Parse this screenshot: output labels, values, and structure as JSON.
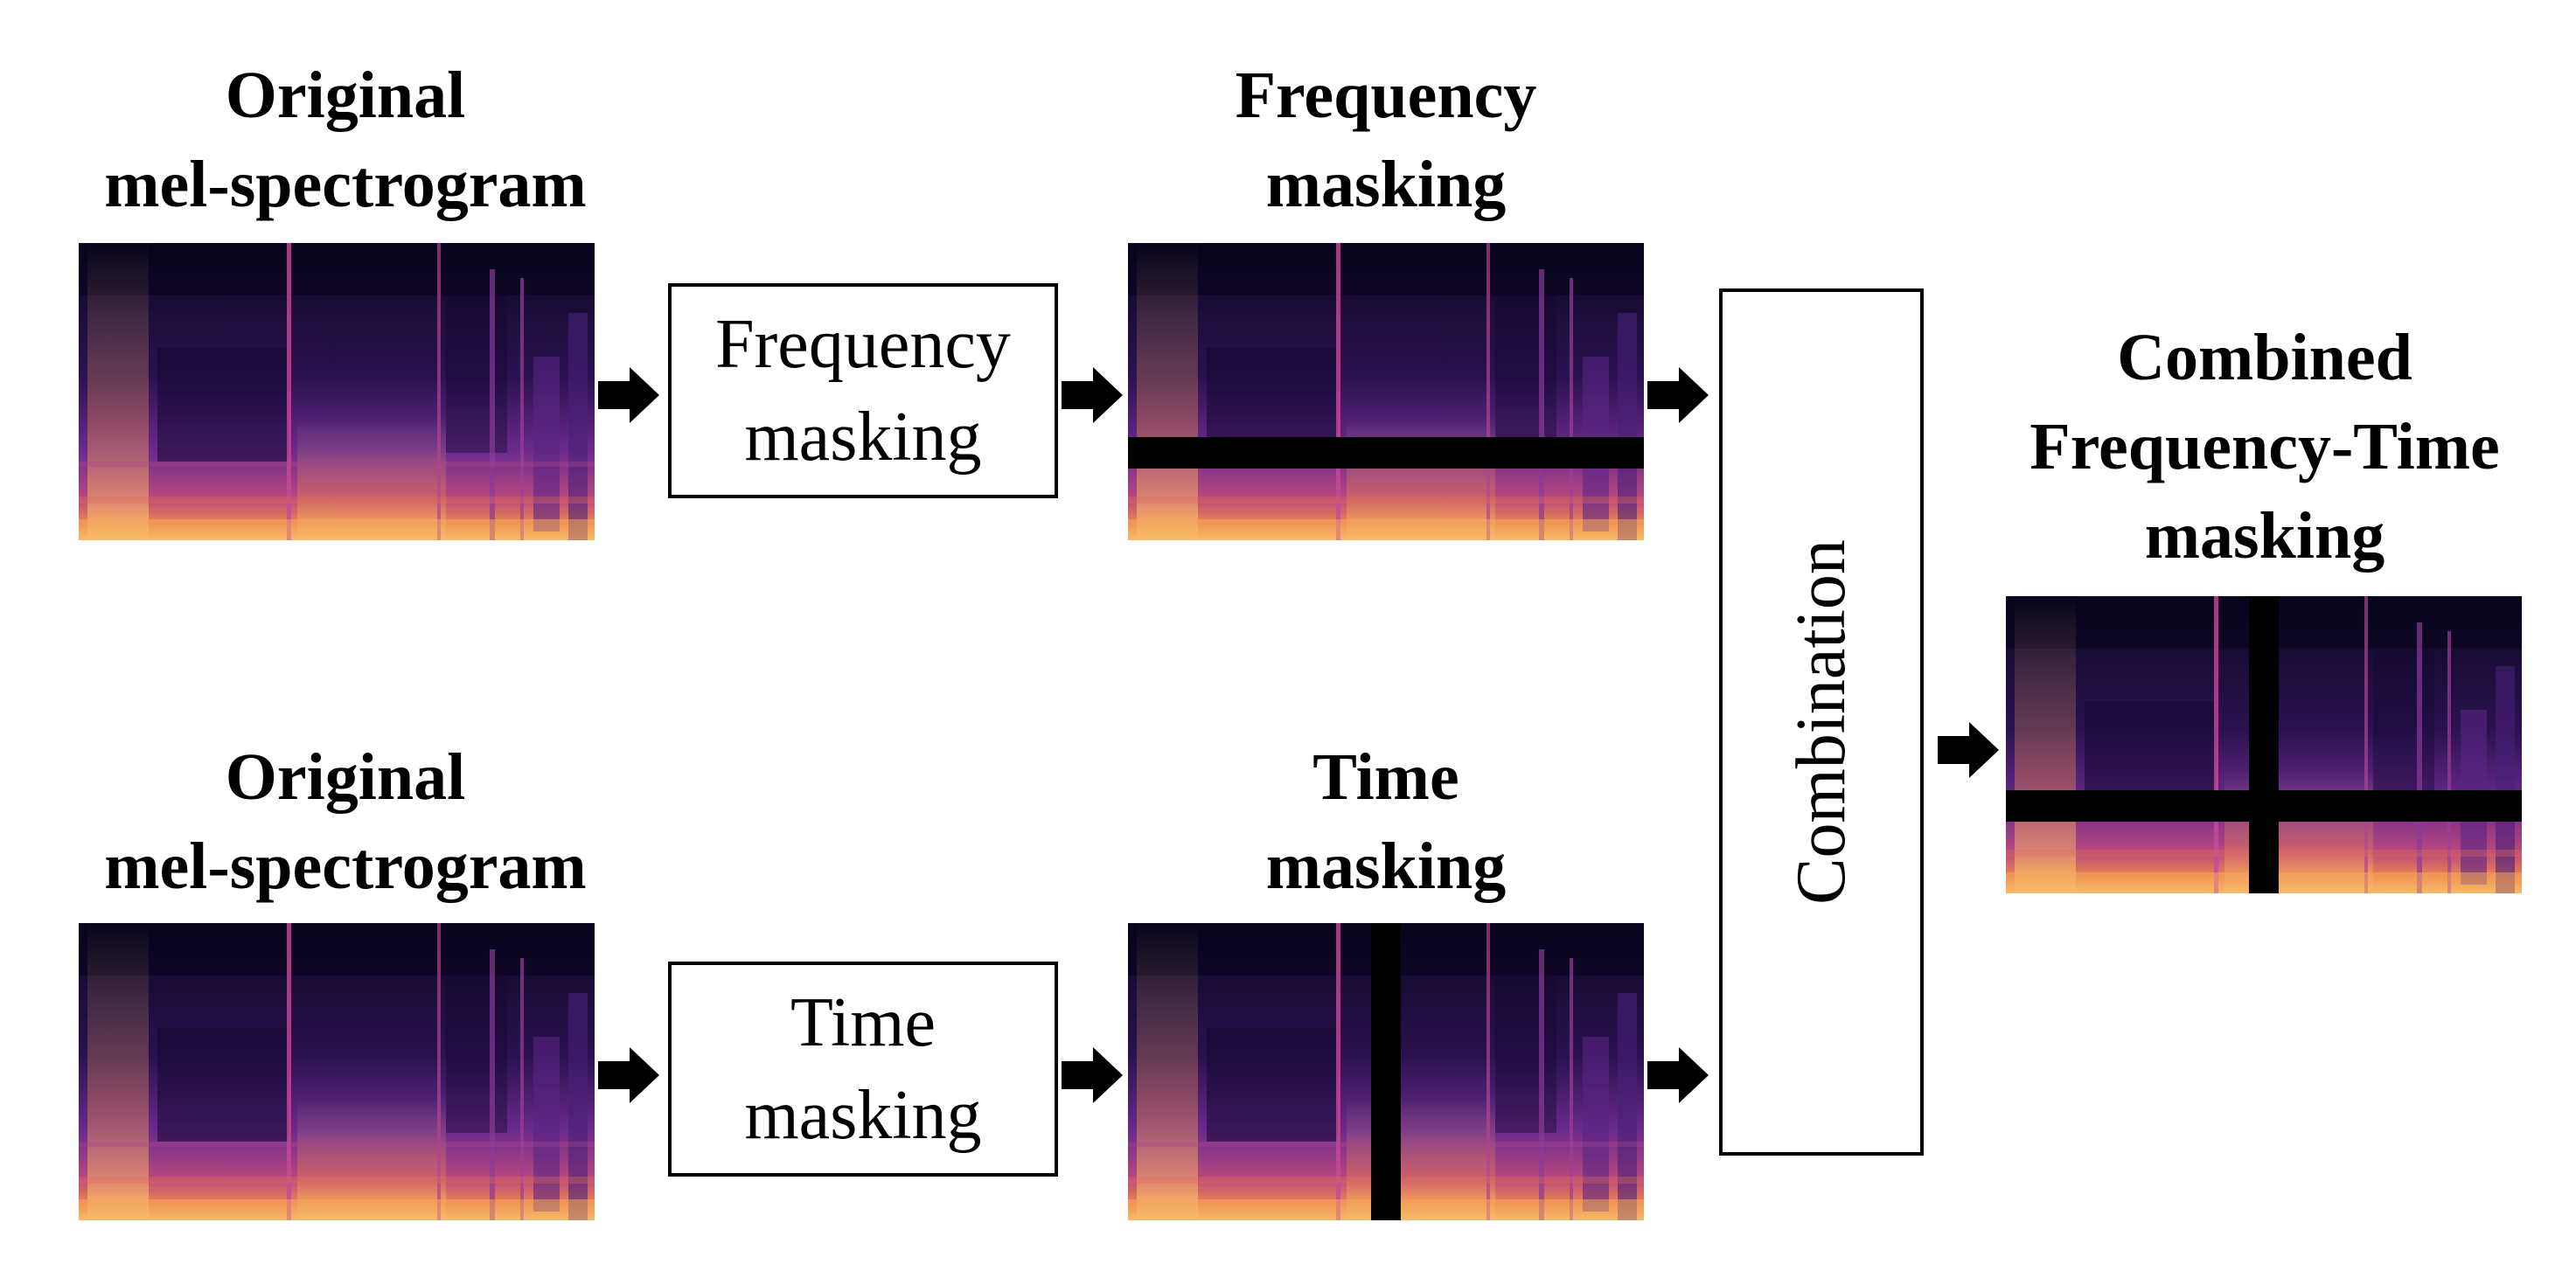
{
  "titles": {
    "original_top": "Original\nmel-spectrogram",
    "original_bottom": "Original\nmel-spectrogram",
    "frequency_masking": "Frequency\nmasking",
    "time_masking": "Time\nmasking",
    "combined": "Combined\nFrequency-Time\nmasking"
  },
  "boxes": {
    "frequency": "Frequency\nmasking",
    "time": "Time\nmasking",
    "combination": "Combination"
  },
  "colors": {
    "spectrogram_low": "#0b0720",
    "spectrogram_mid": "#6b2a8c",
    "spectrogram_high": "#f08a4b",
    "spectrogram_peak": "#fcd27a",
    "mask": "#000000"
  }
}
